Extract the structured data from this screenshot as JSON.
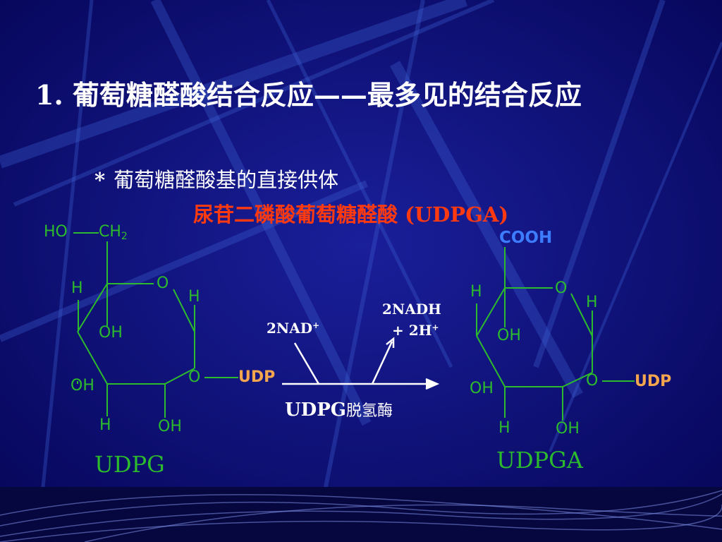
{
  "slide": {
    "title": "1. 葡萄糖醛酸结合反应——最多见的结合反应",
    "bullet_symbol": "*",
    "bullet_text": "葡萄糖醛酸基的直接供体",
    "subtitle": "尿苷二磷酸葡萄糖醛酸 (UDPGA)"
  },
  "left_molecule": {
    "name": "UDPG",
    "ho": "HO",
    "ch": "CH",
    "ch_sub": "2",
    "h_top_left": "H",
    "o_ring": "O",
    "h_top_right": "H",
    "oh_center": "OH",
    "o_bottom": "O",
    "udp": "UDP",
    "oh_left": "OH",
    "h_bottom": "H",
    "oh_bottom": "OH"
  },
  "reaction": {
    "reactant": "2NAD",
    "reactant_sup": "+",
    "product_line1": "2NADH",
    "product_line2": "+ 2H",
    "product_sup": "+",
    "enzyme_latin": "UDPG",
    "enzyme_cn": "脱氢酶"
  },
  "right_molecule": {
    "name": "UDPGA",
    "cooh": "COOH",
    "h_top_left": "H",
    "o_ring": "O",
    "h_top_right": "H",
    "oh_center": "OH",
    "o_bottom": "O",
    "udp": "UDP",
    "oh_left": "OH",
    "h_bottom": "H",
    "oh_bottom": "OH"
  },
  "colors": {
    "background": "#0a0a6e",
    "bond_green": "#2cbb2c",
    "udp_orange": "#f3a64e",
    "cooh_blue": "#3d7cff",
    "subtitle_red": "#ff3a10"
  }
}
